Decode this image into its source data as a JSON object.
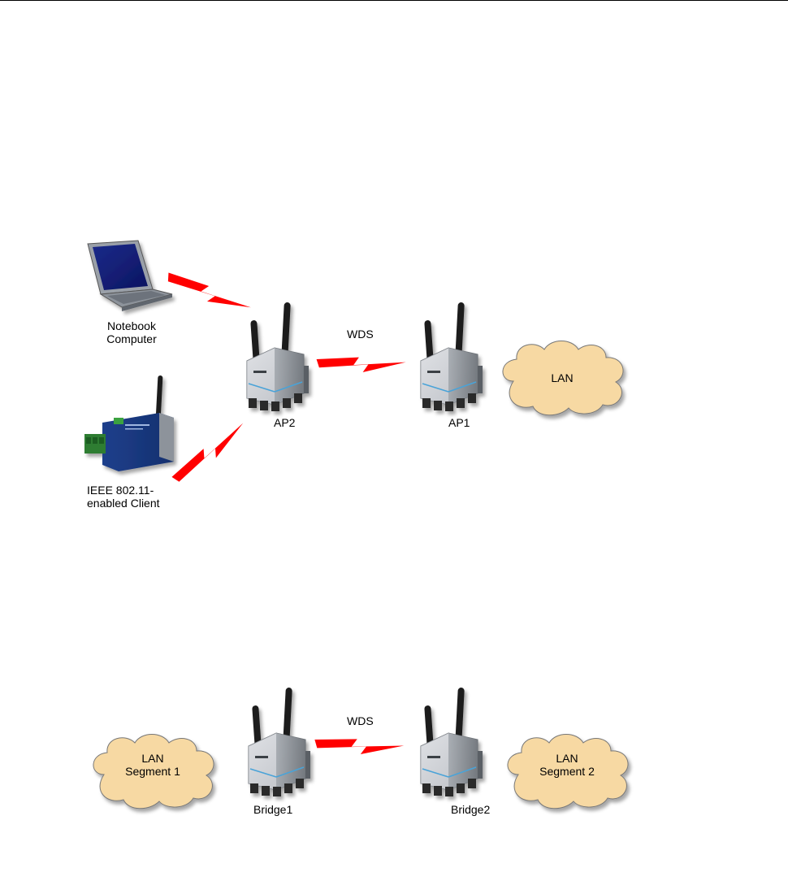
{
  "diagram1": {
    "notebook": {
      "line1": "Notebook",
      "line2": "Computer"
    },
    "client": {
      "line1": "IEEE 802.11-",
      "line2": "enabled Client"
    },
    "ap2": "AP2",
    "ap1": "AP1",
    "wds": "WDS",
    "lan": "LAN"
  },
  "diagram2": {
    "lan_left": {
      "line1": "LAN",
      "line2": "Segment 1"
    },
    "lan_right": {
      "line1": "LAN",
      "line2": "Segment 2"
    },
    "bridge1": "Bridge1",
    "bridge2": "Bridge2",
    "wds": "WDS"
  },
  "colors": {
    "cloud_fill": "#f7d9a3",
    "lightning": "#ff0000",
    "device_body": "#c9ccd0",
    "antenna": "#1a1a1a"
  }
}
